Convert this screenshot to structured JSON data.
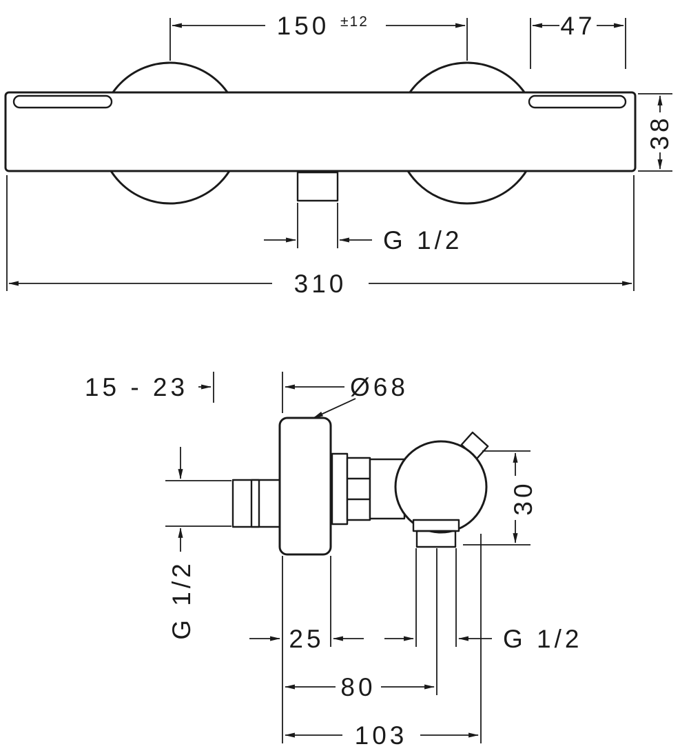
{
  "drawing": {
    "kind": "thermostatic-shower-mixer-dimension-drawing",
    "background": "#ffffff",
    "line_color": "#1a1a1a",
    "front_view": {
      "center_distance": "150",
      "center_distance_tolerance": "±12",
      "handle_width": "47",
      "body_height": "38",
      "outlet_thread": "G 1/2",
      "overall_width": "310"
    },
    "side_view": {
      "wall_distance_range": "15 - 23",
      "escutcheon_diameter": "Ø68",
      "inlet_thread": "G 1/2",
      "outlet_offset": "30",
      "escutcheon_depth": "25",
      "outlet_thread": "G 1/2",
      "face_to_outlet": "80",
      "overall_depth": "103"
    }
  }
}
